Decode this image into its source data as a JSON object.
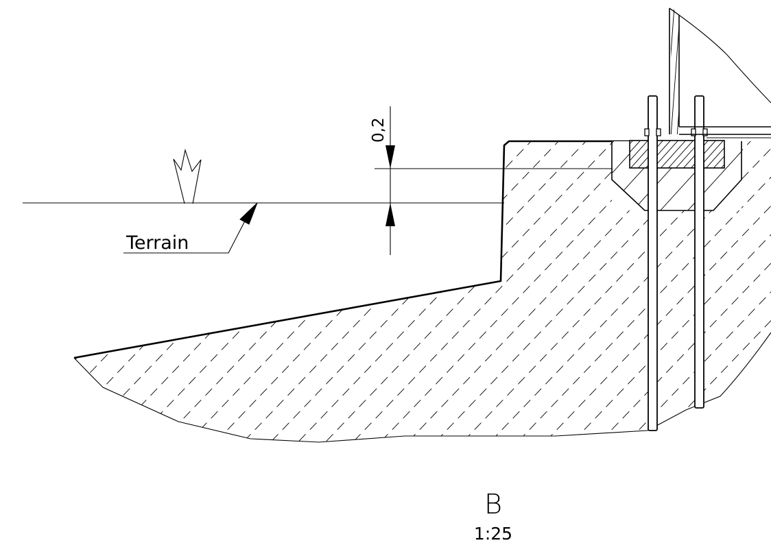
{
  "dimension": {
    "value": "0,2"
  },
  "labels": {
    "terrain": "Terrain"
  },
  "detail": {
    "letter": "B",
    "scale": "1:25"
  }
}
